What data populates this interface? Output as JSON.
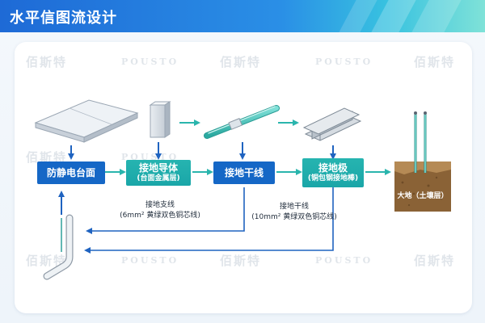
{
  "title": "水平信图流设计",
  "watermark": {
    "cn": "佰斯特",
    "latin": "POUSTO"
  },
  "nodes": {
    "antistatic_surface": "防静电台面",
    "grounding_conductor": {
      "line1": "接地导体",
      "line2": "(台面金属层)"
    },
    "grounding_trunk": "接地干线",
    "grounding_electrode": {
      "line1": "接地极",
      "line2": "(铜包钢接地棒)"
    },
    "earth": "大地（土壤层）"
  },
  "notes": {
    "branch_line": {
      "line1": "接地支线",
      "line2": "(6mm² 黄绿双色铜芯线)"
    },
    "trunk_line": {
      "line1": "接地干线",
      "line2": "(10mm² 黄绿双色铜芯线)"
    }
  },
  "colors": {
    "dark_blue": "#1567c6",
    "teal": "#1aa6a8",
    "arrow": "#2ab5ad",
    "wire": "#1f63c0"
  },
  "icons": [
    "table-top-slab-icon",
    "conductor-block-icon",
    "copper-rod-icon",
    "steel-beam-icon",
    "soil-block-icon",
    "bent-wire-icon"
  ]
}
